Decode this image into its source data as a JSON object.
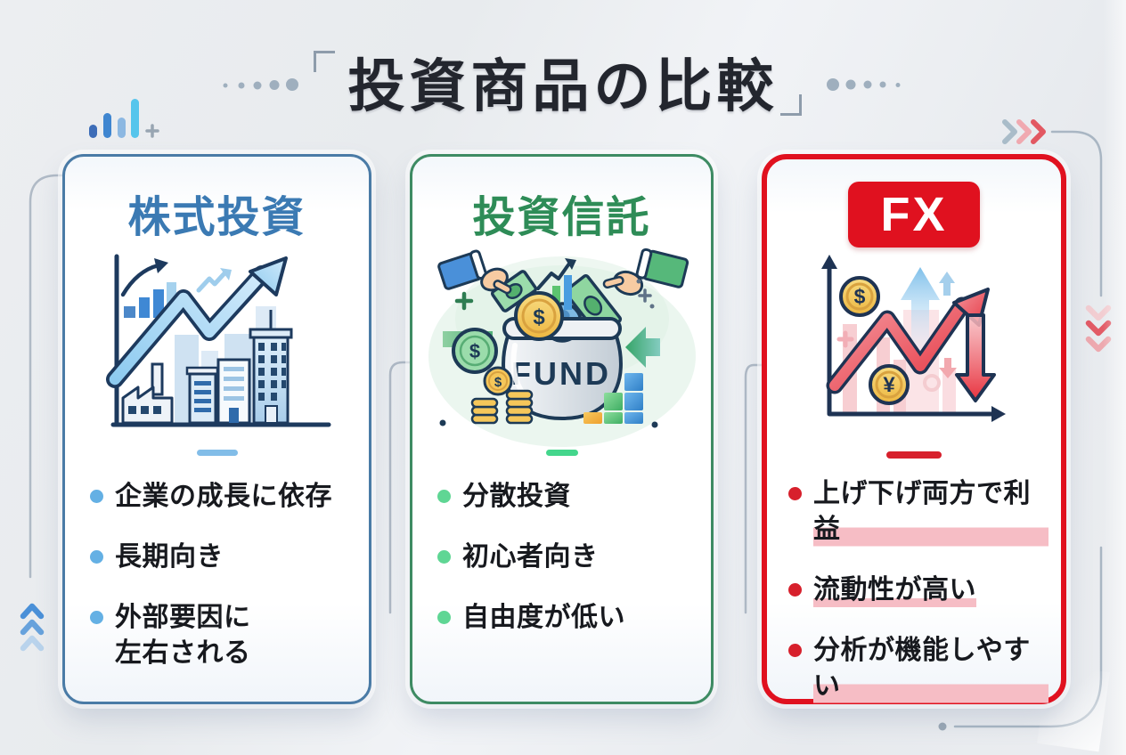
{
  "page": {
    "title": "投資商品の比較",
    "background_color": "#e9ecef"
  },
  "cards": {
    "stocks": {
      "title": "株式投資",
      "accent_color": "#3b7ab3",
      "bullet_dot_color": "#64b0e4",
      "bullets": [
        "企業の成長に依存",
        "長期向き",
        "外部要因に\n左右される"
      ],
      "illustration": "stock-growth-chart"
    },
    "funds": {
      "title": "投資信託",
      "accent_color": "#2e8c57",
      "bullet_dot_color": "#5fd694",
      "bullets": [
        "分散投資",
        "初心者向き",
        "自由度が低い"
      ],
      "pot_label": "FUND",
      "coin_symbol": "$",
      "illustration": "fund-pot-money"
    },
    "fx": {
      "title": "FX",
      "accent_color": "#e0111f",
      "bullet_dot_color": "#d7202c",
      "highlight_color": "#f6bdc5",
      "bullets": [
        "上げ下げ両方で利益",
        "流動性が高い",
        "分析が機能しやすい"
      ],
      "symbols": {
        "dollar": "$",
        "yen": "¥"
      },
      "illustration": "fx-updown-chart"
    }
  }
}
